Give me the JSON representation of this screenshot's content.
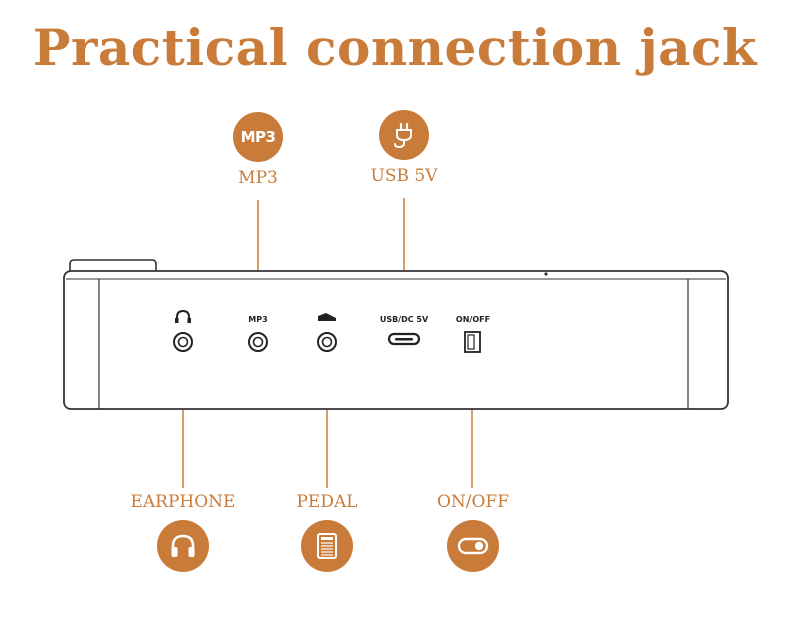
{
  "title": "Practical connection jack",
  "accent_color": "#c97b3a",
  "line_color": "#d0823f",
  "top_callouts": [
    {
      "label": "MP3",
      "icon": "mp3-badge-icon",
      "badge_text": "MP3"
    },
    {
      "label": "USB 5V",
      "icon": "usb-plug-icon"
    }
  ],
  "bottom_callouts": [
    {
      "label": "EARPHONE",
      "icon": "headphones-icon"
    },
    {
      "label": "PEDAL",
      "icon": "pedal-icon"
    },
    {
      "label": "ON/OFF",
      "icon": "toggle-switch-icon"
    }
  ],
  "device_ports": [
    {
      "label": "MP3",
      "type": "jack"
    },
    {
      "label": "USB/DC 5V",
      "type": "micro-usb"
    },
    {
      "label": "ON/OFF",
      "type": "switch"
    }
  ]
}
